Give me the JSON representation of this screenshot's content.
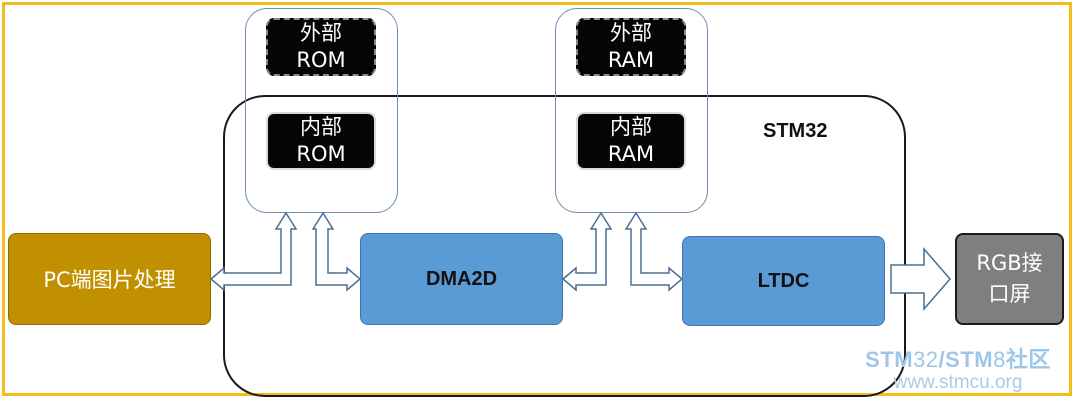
{
  "stm32": {
    "label": "STM32"
  },
  "pc": {
    "label": "PC端图片处理"
  },
  "rgb": {
    "line1": "RGB接",
    "line2": "口屏"
  },
  "rom": {
    "external": {
      "line1": "外部",
      "line2": "ROM"
    },
    "internal": {
      "line1": "内部",
      "line2": "ROM"
    }
  },
  "ram": {
    "external": {
      "line1": "外部",
      "line2": "RAM"
    },
    "internal": {
      "line1": "内部",
      "line2": "RAM"
    }
  },
  "dma2d": {
    "label": "DMA2D"
  },
  "ltdc": {
    "label": "LTDC"
  },
  "watermark": {
    "part1": "STM",
    "part2": "32",
    "sep": "/",
    "part3": "STM",
    "part4": "8",
    "part5": "社区",
    "url": "www.stmcu.org"
  },
  "colors": {
    "frame": "#f2bd1d",
    "pc_block": "#c09000",
    "blue_block": "#5b9bd5",
    "rgb_block": "#7f7f7f",
    "memory_block": "#050505"
  }
}
